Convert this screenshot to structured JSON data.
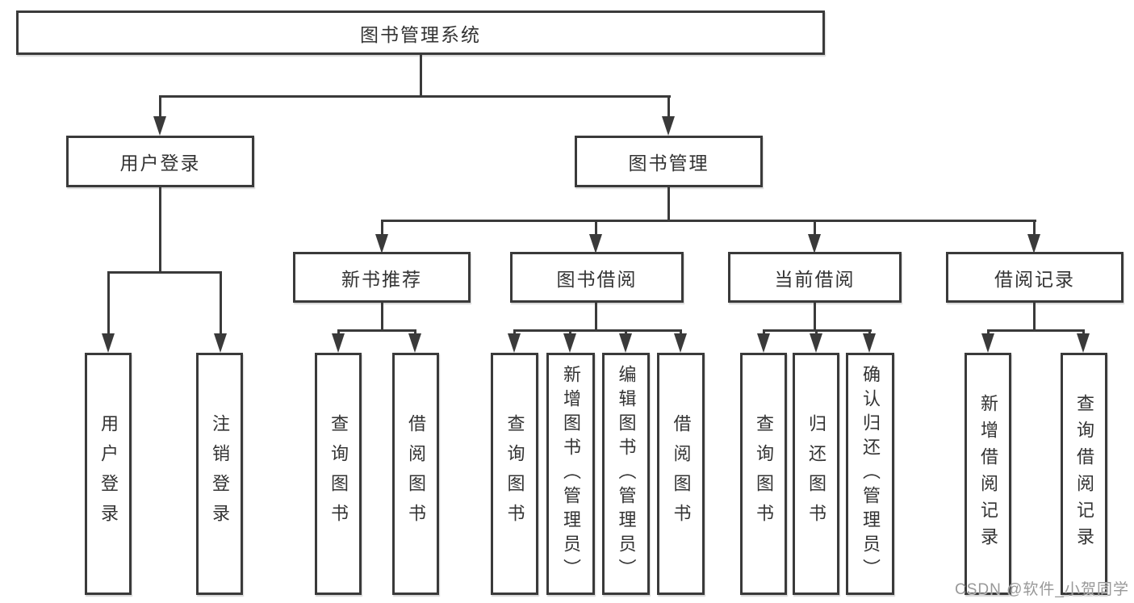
{
  "diagram": {
    "title": "图书管理系统",
    "type": "hierarchy-tree",
    "colors": {
      "line": "#3a3a3a",
      "box_border": "#3a3a3a",
      "text": "#333333",
      "background": "#ffffff",
      "watermark": "#929292"
    },
    "nodes": {
      "root": {
        "label": "图书管理系统"
      },
      "user_login": {
        "label": "用户登录"
      },
      "book_mgmt": {
        "label": "图书管理"
      },
      "new_book_rec": {
        "label": "新书推荐"
      },
      "book_borrow": {
        "label": "图书借阅"
      },
      "current_borrow": {
        "label": "当前借阅"
      },
      "borrow_records": {
        "label": "借阅记录"
      },
      "leaf_user_login": {
        "label": "用户登录"
      },
      "leaf_logout": {
        "label": "注销登录"
      },
      "leaf_nb_query": {
        "label": "查询图书"
      },
      "leaf_nb_borrow": {
        "label": "借阅图书"
      },
      "leaf_bb_query": {
        "label": "查询图书"
      },
      "leaf_bb_add": {
        "label": "新增图书（管理员）"
      },
      "leaf_bb_edit": {
        "label": "编辑图书（管理员）"
      },
      "leaf_bb_borrow": {
        "label": "借阅图书"
      },
      "leaf_cb_query": {
        "label": "查询图书"
      },
      "leaf_cb_return": {
        "label": "归还图书"
      },
      "leaf_cb_confirm": {
        "label": "确认归还（管理员）"
      },
      "leaf_br_add": {
        "label": "新增借阅记录"
      },
      "leaf_br_query": {
        "label": "查询借阅记录"
      }
    },
    "hierarchy": {
      "图书管理系统": [
        "用户登录",
        "图书管理"
      ],
      "用户登录": [
        "用户登录",
        "注销登录"
      ],
      "图书管理": [
        "新书推荐",
        "图书借阅",
        "当前借阅",
        "借阅记录"
      ],
      "新书推荐": [
        "查询图书",
        "借阅图书"
      ],
      "图书借阅": [
        "查询图书",
        "新增图书（管理员）",
        "编辑图书（管理员）",
        "借阅图书"
      ],
      "当前借阅": [
        "查询图书",
        "归还图书",
        "确认归还（管理员）"
      ],
      "借阅记录": [
        "新增借阅记录",
        "查询借阅记录"
      ]
    },
    "watermark": "CSDN @软件_小贺同学"
  }
}
